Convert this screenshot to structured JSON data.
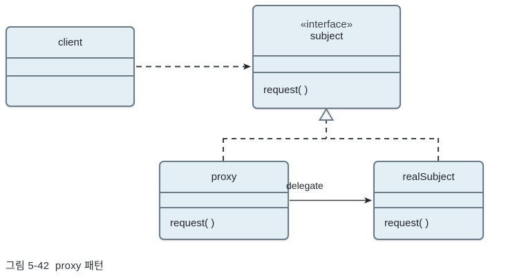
{
  "figure": {
    "caption": "그림 5-42  proxy 패턴",
    "title": "proxy 패턴",
    "number": "그림 5-42"
  },
  "style": {
    "box_fill": "#e4eef5",
    "box_border": "#6b7a85",
    "line_color": "#3a3f45",
    "text_color": "#23272c",
    "page_background": "#ffffff"
  },
  "diagram": {
    "type": "uml-class-diagram",
    "pattern": "proxy",
    "classes": [
      {
        "id": "client",
        "stereotype": "",
        "name": "client",
        "attributes": [],
        "operations": []
      },
      {
        "id": "subject",
        "stereotype": "«interface»",
        "name": "subject",
        "attributes": [],
        "operations": [
          "request( )"
        ]
      },
      {
        "id": "proxy",
        "stereotype": "",
        "name": "proxy",
        "attributes": [],
        "operations": [
          "request( )"
        ]
      },
      {
        "id": "realSubject",
        "stereotype": "",
        "name": "realSubject",
        "attributes": [],
        "operations": [
          "request( )"
        ]
      }
    ],
    "relations": [
      {
        "id": "client-uses-subject",
        "from": "client",
        "to": "subject",
        "kind": "dependency",
        "line": "dashed",
        "arrowhead": "open-filled",
        "label": ""
      },
      {
        "id": "proxy-implements-subject",
        "from": "proxy",
        "to": "subject",
        "kind": "realization",
        "line": "dashed",
        "arrowhead": "hollow-triangle",
        "label": ""
      },
      {
        "id": "realsubject-implements-subject",
        "from": "realSubject",
        "to": "subject",
        "kind": "realization",
        "line": "dashed",
        "arrowhead": "hollow-triangle",
        "label": ""
      },
      {
        "id": "proxy-delegates-realsubject",
        "from": "proxy",
        "to": "realSubject",
        "kind": "association",
        "line": "solid",
        "arrowhead": "filled",
        "label": "delegate"
      }
    ]
  }
}
